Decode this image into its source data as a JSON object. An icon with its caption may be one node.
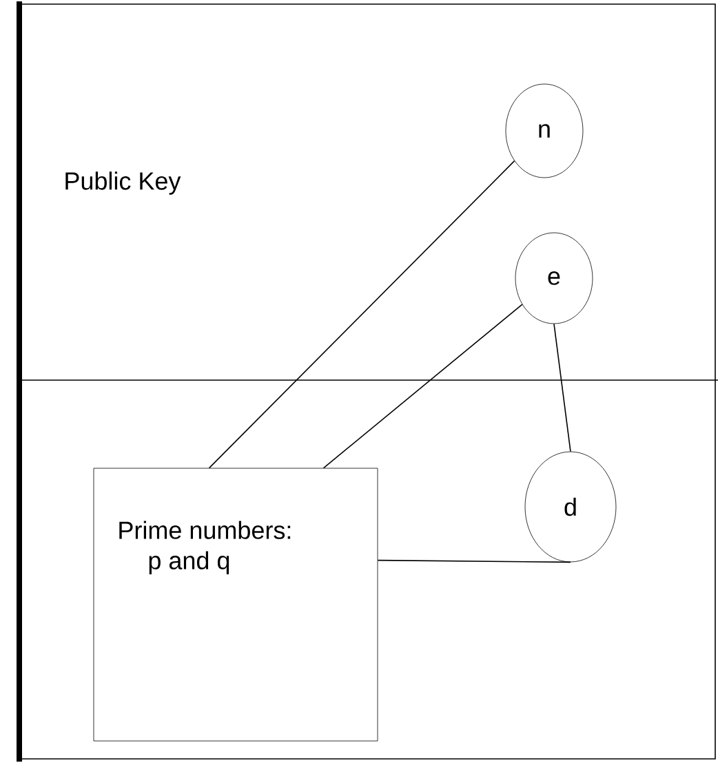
{
  "diagram": {
    "nodes": [
      {
        "text": [
          "n"
        ]
      },
      {
        "text": [
          "e"
        ]
      },
      {
        "text": [
          "d"
        ]
      },
      {
        "text": [
          "Prime numbers:",
          "p and q"
        ]
      }
    ],
    "edges": [
      {
        "from": 3,
        "to": 0,
        "arrow": "none"
      },
      {
        "from": 3,
        "to": 1,
        "arrow": "none"
      },
      {
        "from": 1,
        "to": 2,
        "arrow": "none"
      },
      {
        "from": 3,
        "to": 2,
        "arrow": "none"
      }
    ],
    "labels": [
      "Public Key"
    ]
  }
}
